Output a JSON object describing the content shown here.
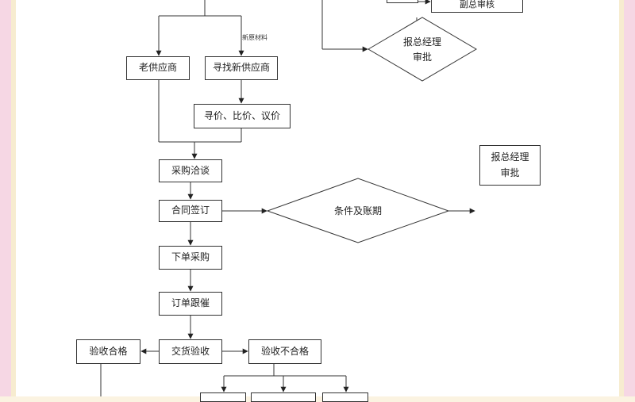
{
  "flowchart": {
    "old_supplier": "老供应商",
    "new_supplier": "寻找新供应商",
    "new_material_label": "新原材料",
    "inquiry": "寻价、比价、议价",
    "negotiation": "采购洽谈",
    "contract": "合同签订",
    "order": "下单采购",
    "follow_up": "订单跟催",
    "acceptance": "交货验收",
    "qualified": "验收合格",
    "unqualified": "验收不合格",
    "terms_period": "条件及账期",
    "gm_approval_top_line1": "报总经理",
    "gm_approval_top_line2": "审批",
    "gm_approval_right_line1": "报总经理",
    "gm_approval_right_line2": "审批",
    "vp_review": "副总审核"
  }
}
